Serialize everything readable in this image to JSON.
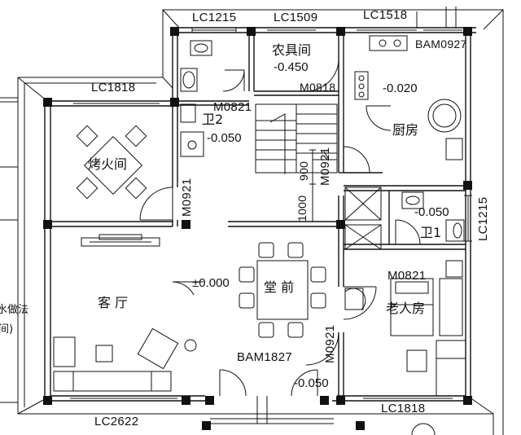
{
  "windows": {
    "lc1215_top": "LC1215",
    "lc1509": "LC1509",
    "lc1518": "LC1518",
    "lc1818_left": "LC1818",
    "lc1215_right": "LC1215",
    "lc1818_bottom": "LC1818",
    "lc2622": "LC2622",
    "bam0927": "BAM0927",
    "bam1827": "BAM1827"
  },
  "doors": {
    "m0821_bath": "M0821",
    "m0818": "M0818",
    "m0921_left": "M0921",
    "m0921_stair": "M0921",
    "m0821_elder": "M0821",
    "m0921_bottom": "M0921"
  },
  "rooms": {
    "storage": "农具间",
    "kitchen": "厨房",
    "bath2": "卫2",
    "bath1": "卫1",
    "bbq": "烤火间",
    "living": "客 厅",
    "hall": "堂 前",
    "elder": "老人房"
  },
  "levels": {
    "storage": "-0.450",
    "kitchen": "-0.020",
    "bath2": "-0.050",
    "bath1": "-0.050",
    "main": "±0.000",
    "entry": "-0.050"
  },
  "dimensions": {
    "d900": "900",
    "d1000": "1000"
  },
  "partial_text": {
    "left_note_1": "水做法",
    "left_note_2": "间)"
  },
  "colors": {
    "line": "#111111",
    "wall_fill": "#ffffff"
  }
}
